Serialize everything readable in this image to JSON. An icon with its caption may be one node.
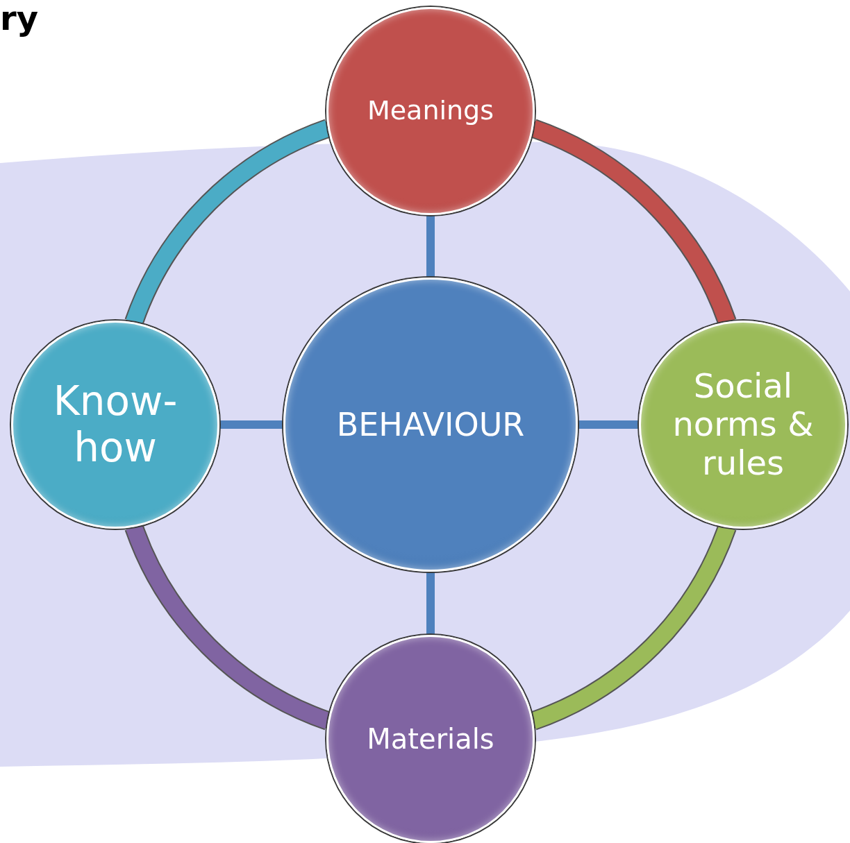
{
  "diagram": {
    "nodes": [
      {
        "text": [
          "Meanings"
        ]
      },
      {
        "text": [
          "Know-how"
        ]
      },
      {
        "text": [
          "BEHAVIOUR"
        ]
      },
      {
        "text": [
          "Social norms & rules"
        ]
      },
      {
        "text": [
          "Materials"
        ]
      }
    ],
    "edges": [
      {
        "from": 2,
        "to": 0,
        "arrow": "none",
        "color": "#4f81bd"
      },
      {
        "from": 1,
        "to": 2,
        "arrow": "none",
        "color": "#4f81bd"
      },
      {
        "from": 2,
        "to": 3,
        "arrow": "none",
        "color": "#4f81bd"
      },
      {
        "from": 2,
        "to": 4,
        "arrow": "none",
        "color": "#4f81bd"
      },
      {
        "from": 0,
        "to": 3,
        "arrow": "none",
        "style": "thick",
        "color": "#c0504d"
      },
      {
        "from": 3,
        "to": 4,
        "arrow": "none",
        "style": "thick",
        "color": "#9bbb59"
      },
      {
        "from": 4,
        "to": 1,
        "arrow": "none",
        "style": "thick",
        "color": "#8064a2"
      },
      {
        "from": 1,
        "to": 0,
        "arrow": "none",
        "style": "thick",
        "color": "#4bacc6"
      }
    ],
    "labels": [
      "ry"
    ]
  }
}
